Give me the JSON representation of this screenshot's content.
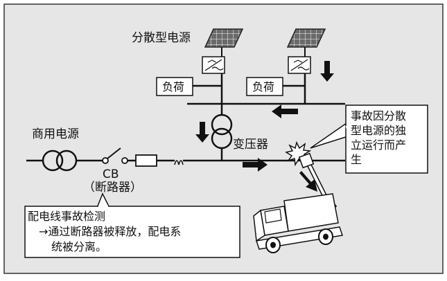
{
  "labels": {
    "dg_source": "分散型电源",
    "load_1": "负荷",
    "load_2": "负荷",
    "transformer": "变压器",
    "commercial_source": "商用电源",
    "cb": "CB",
    "cb_full": "（断路器）"
  },
  "callout_right": {
    "lines": [
      "事故因分散",
      "型电源的独",
      "立运行而产",
      "生"
    ]
  },
  "callout_left": {
    "lines": [
      "配电线事故检测",
      "→通过断路器被释放，配电系",
      "统被分离。"
    ]
  },
  "colors": {
    "panel_bg": "#e6e6e6",
    "frame_border": "#333333",
    "line": "#111111",
    "solar_panel": "#555555",
    "explosion_fill": "#ffffff"
  }
}
